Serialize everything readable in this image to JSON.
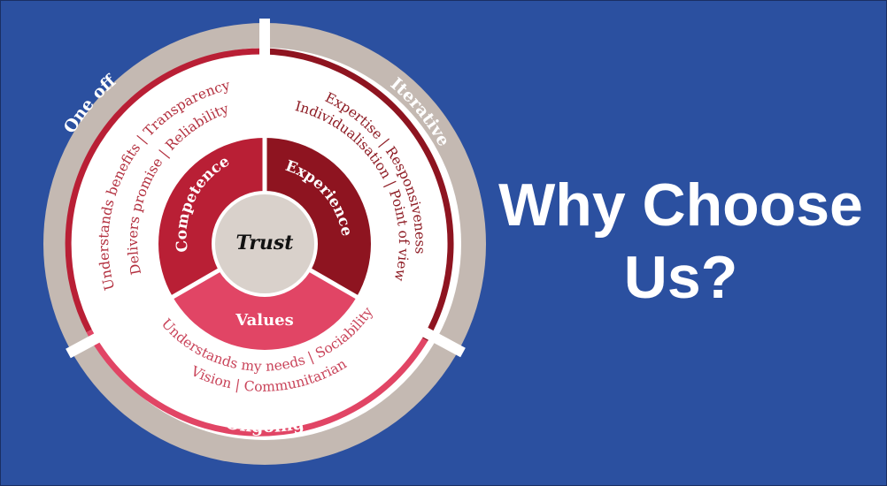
{
  "headline": {
    "line1": "Why Choose",
    "line2": "Us?"
  },
  "diagram": {
    "center": "Trust",
    "segments": {
      "competence": "Competence",
      "experience": "Experience",
      "values": "Values"
    },
    "attributes": {
      "competence_outer": "Understands benefits | Transparency",
      "competence_inner": "Delivers promise | Reliability",
      "experience_outer": "Expertise | Responsiveness",
      "experience_inner": "Individualisation | Point of view",
      "values_outer": "Vision | Communitarian",
      "values_inner": "Understands my needs | Sociability"
    },
    "outer_ring": {
      "one_off": "One off",
      "iterative": "Iterative",
      "ongoing": "Ongoing"
    }
  },
  "colors": {
    "background": "#2b50a0",
    "outer_ring": "#c4b9b2",
    "competence": "#b91f35",
    "experience": "#8e1420",
    "values": "#e14565",
    "center": "#d9d1cb",
    "label_competence": "#b3303f",
    "label_experience": "#8e1c24",
    "label_values": "#c9445a"
  }
}
